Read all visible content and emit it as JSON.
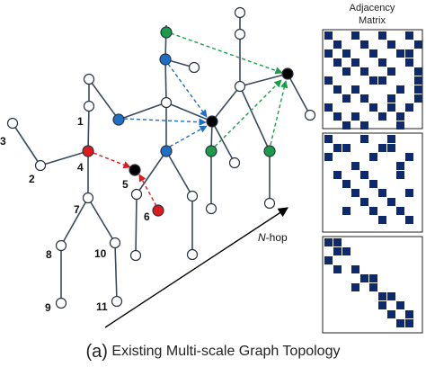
{
  "figure": {
    "node_labels": [
      "1",
      "2",
      "3",
      "4",
      "5",
      "6",
      "7",
      "8",
      "9",
      "10",
      "11"
    ],
    "hop_label": {
      "italic": "N",
      "rest": "-hop"
    },
    "matrix_title_line1": "Adjacency",
    "matrix_title_line2": "Matrix",
    "caption_panel": "(a)",
    "caption_text": "Existing Multi-scale Graph Topology",
    "colors": {
      "red": "#e0191e",
      "blue": "#1f6fc6",
      "green": "#1a9c4a",
      "black": "#000000",
      "dark_blue_fill": "#0d2a6e",
      "edge": "#3a4a5e"
    }
  }
}
